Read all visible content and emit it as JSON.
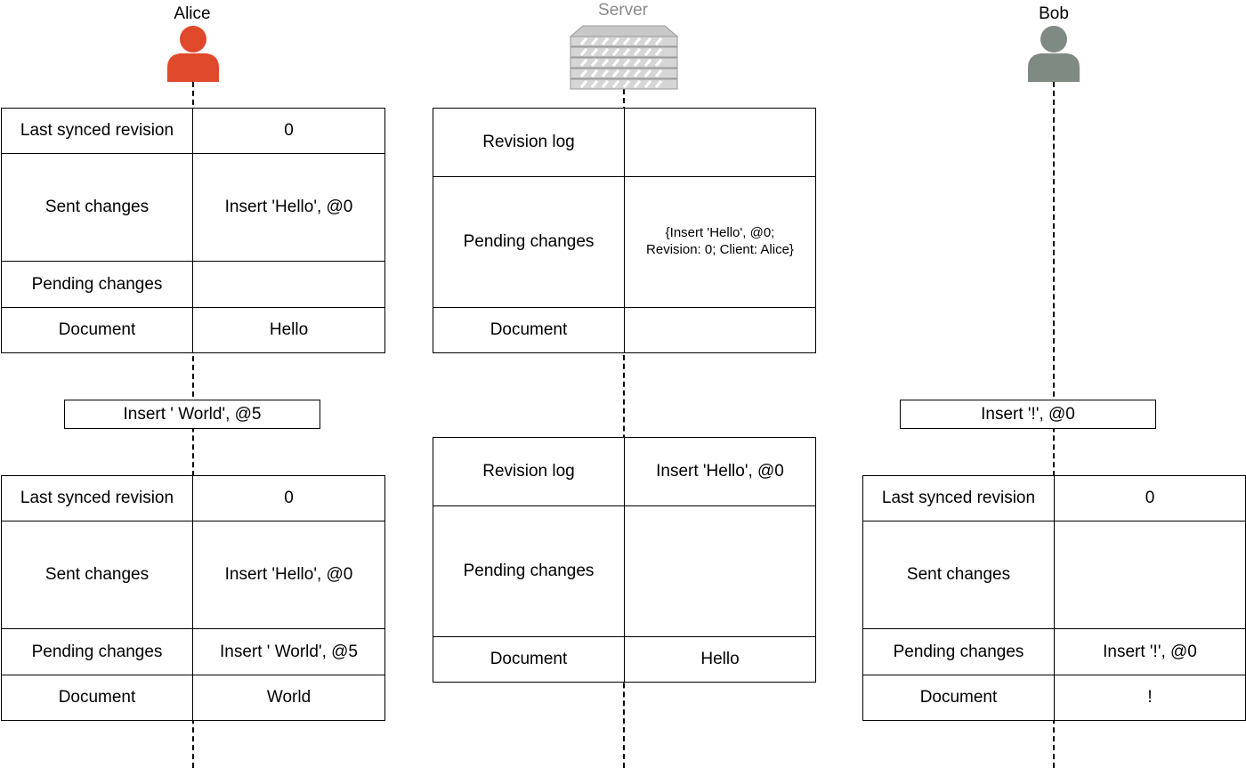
{
  "actors": {
    "alice": {
      "name": "Alice",
      "color": "#e0482c"
    },
    "server": {
      "name": "Server",
      "color": "#8a8a8a"
    },
    "bob": {
      "name": "Bob",
      "color": "#7f8a83"
    }
  },
  "alice_top": {
    "rows": [
      {
        "label": "Last synced revision",
        "value": "0"
      },
      {
        "label": "Sent changes",
        "value": "Insert 'Hello', @0"
      },
      {
        "label": "Pending changes",
        "value": ""
      },
      {
        "label": "Document",
        "value": "Hello"
      }
    ]
  },
  "server_top": {
    "rows": [
      {
        "label": "Revision log",
        "value": ""
      },
      {
        "label": "Pending changes",
        "value_line1": "{Insert 'Hello', @0;",
        "value_line2": "Revision: 0; Client: Alice}"
      },
      {
        "label": "Document",
        "value": ""
      }
    ]
  },
  "alice_op": "Insert ' World', @5",
  "bob_op": "Insert '!', @0",
  "alice_bottom": {
    "rows": [
      {
        "label": "Last synced revision",
        "value": "0"
      },
      {
        "label": "Sent changes",
        "value": "Insert 'Hello', @0"
      },
      {
        "label": "Pending changes",
        "value": "Insert ' World', @5"
      },
      {
        "label": "Document",
        "value": "World"
      }
    ]
  },
  "server_bottom": {
    "rows": [
      {
        "label": "Revision log",
        "value": "Insert 'Hello', @0"
      },
      {
        "label": "Pending changes",
        "value": ""
      },
      {
        "label": "Document",
        "value": "Hello"
      }
    ]
  },
  "bob_bottom": {
    "rows": [
      {
        "label": "Last synced revision",
        "value": "0"
      },
      {
        "label": "Sent changes",
        "value": ""
      },
      {
        "label": "Pending changes",
        "value": "Insert '!', @0"
      },
      {
        "label": "Document",
        "value": "!"
      }
    ]
  }
}
